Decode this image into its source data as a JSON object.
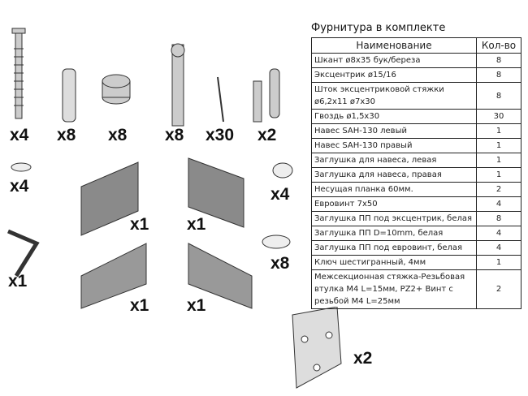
{
  "title": "Фурнитура в комплекте",
  "table": {
    "headers": [
      "Наименование",
      "Кол-во"
    ],
    "rows": [
      [
        "Шкант ø8x35 бук/береза",
        "8"
      ],
      [
        "Эксцентрик ø15/16",
        "8"
      ],
      [
        "Шток эксцентриковой стяжки ø6,2x11 ø7x30",
        "8"
      ],
      [
        "Гвоздь ø1,5x30",
        "30"
      ],
      [
        "Навес SAH-130 левый",
        "1"
      ],
      [
        "Навес SAH-130 правый",
        "1"
      ],
      [
        "Заглушка для навеса, левая",
        "1"
      ],
      [
        "Заглушка для навеса, правая",
        "1"
      ],
      [
        "Несущая планка 60мм.",
        "2"
      ],
      [
        "Евровинт 7x50",
        "4"
      ],
      [
        "Заглушка ПП под эксцентрик, белая",
        "8"
      ],
      [
        "Заглушка ПП D=10mm, белая",
        "4"
      ],
      [
        "Заглушка ПП под евровинт, белая",
        "4"
      ],
      [
        "Ключ шестигранный, 4мм",
        "1"
      ],
      [
        "Межсекционная стяжка-Резьбовая втулка M4 L=15мм, PZ2+ Винт с резьбой M4 L=25мм",
        "2"
      ]
    ]
  },
  "quantities": {
    "screw": "x4",
    "dowel": "x8",
    "cam": "x8",
    "cam_bolt": "x8",
    "nail": "x30",
    "connector": "x2",
    "cap_small": "x4",
    "cap_euro": "x4",
    "hinge_cover_left": "x1",
    "hinge_cover_right": "x1",
    "cap_cam": "x8",
    "hex_key": "x1",
    "hinge_left": "x1",
    "hinge_right": "x1",
    "plate": "x2"
  }
}
